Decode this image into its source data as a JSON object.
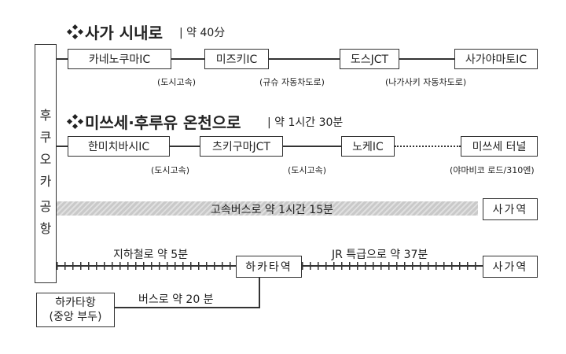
{
  "airport": {
    "chars": [
      "후",
      "쿠",
      "오",
      "카",
      "공",
      "항"
    ]
  },
  "route1": {
    "title": "사가 시내로",
    "time": "| 약 40分",
    "stops": [
      "카네노쿠마IC",
      "미즈키IC",
      "도스JCT",
      "사가야마토IC"
    ],
    "segment_notes": [
      "(도시고속)",
      "(규슈 자동차도로)",
      "(나가사키 자동차도로)"
    ]
  },
  "route2": {
    "title": "미쓰세·후루유 온천으로",
    "time": "| 약 1시간 30분",
    "stops": [
      "한미치바시IC",
      "츠키구마JCT",
      "노케IC",
      "미쓰세 터널"
    ],
    "segment_notes": [
      "(도시고속)",
      "(도시고속)",
      "(야마비코 로드/310엔)"
    ]
  },
  "bus": {
    "label": "고속버스로 약 1시간 15분",
    "destination": "사가역"
  },
  "rail": {
    "subway_label": "지하철로 약 5분",
    "hub": "하카타역",
    "jr_label": "JR 특급으로 약 37분",
    "destination": "사가역"
  },
  "port": {
    "line1": "하카타항",
    "line2": "(중앙 부두)",
    "bus_label": "버스로 약 20 분"
  }
}
